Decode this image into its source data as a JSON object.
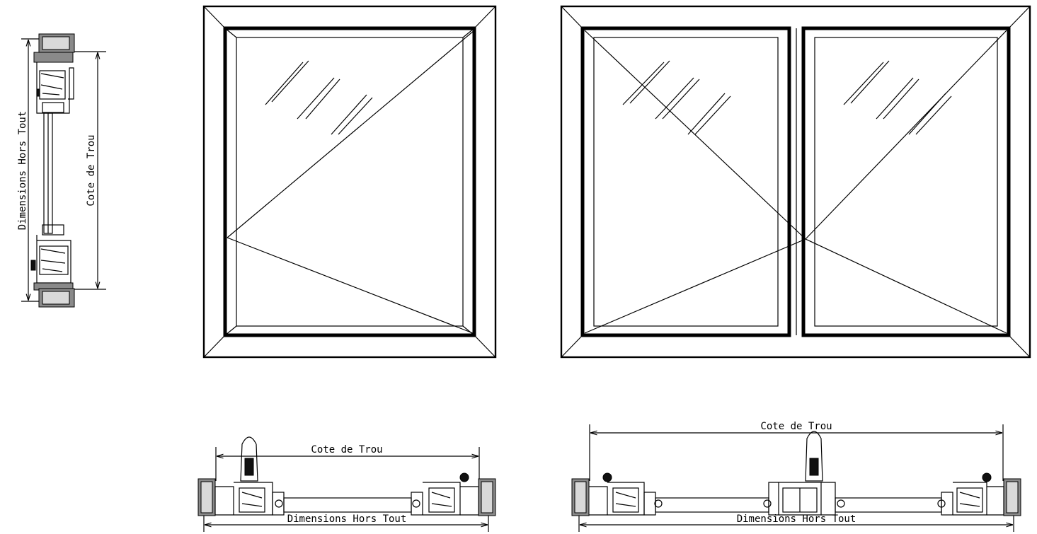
{
  "labels": {
    "section_outer": "Dimensions Hors Tout",
    "section_hole": "Cote de Trou",
    "single_hole": "Cote de Trou",
    "single_outer": "Dimensions Hors Tout",
    "double_hole": "Cote de Trou",
    "double_outer": "Dimensions Hors Tout"
  }
}
